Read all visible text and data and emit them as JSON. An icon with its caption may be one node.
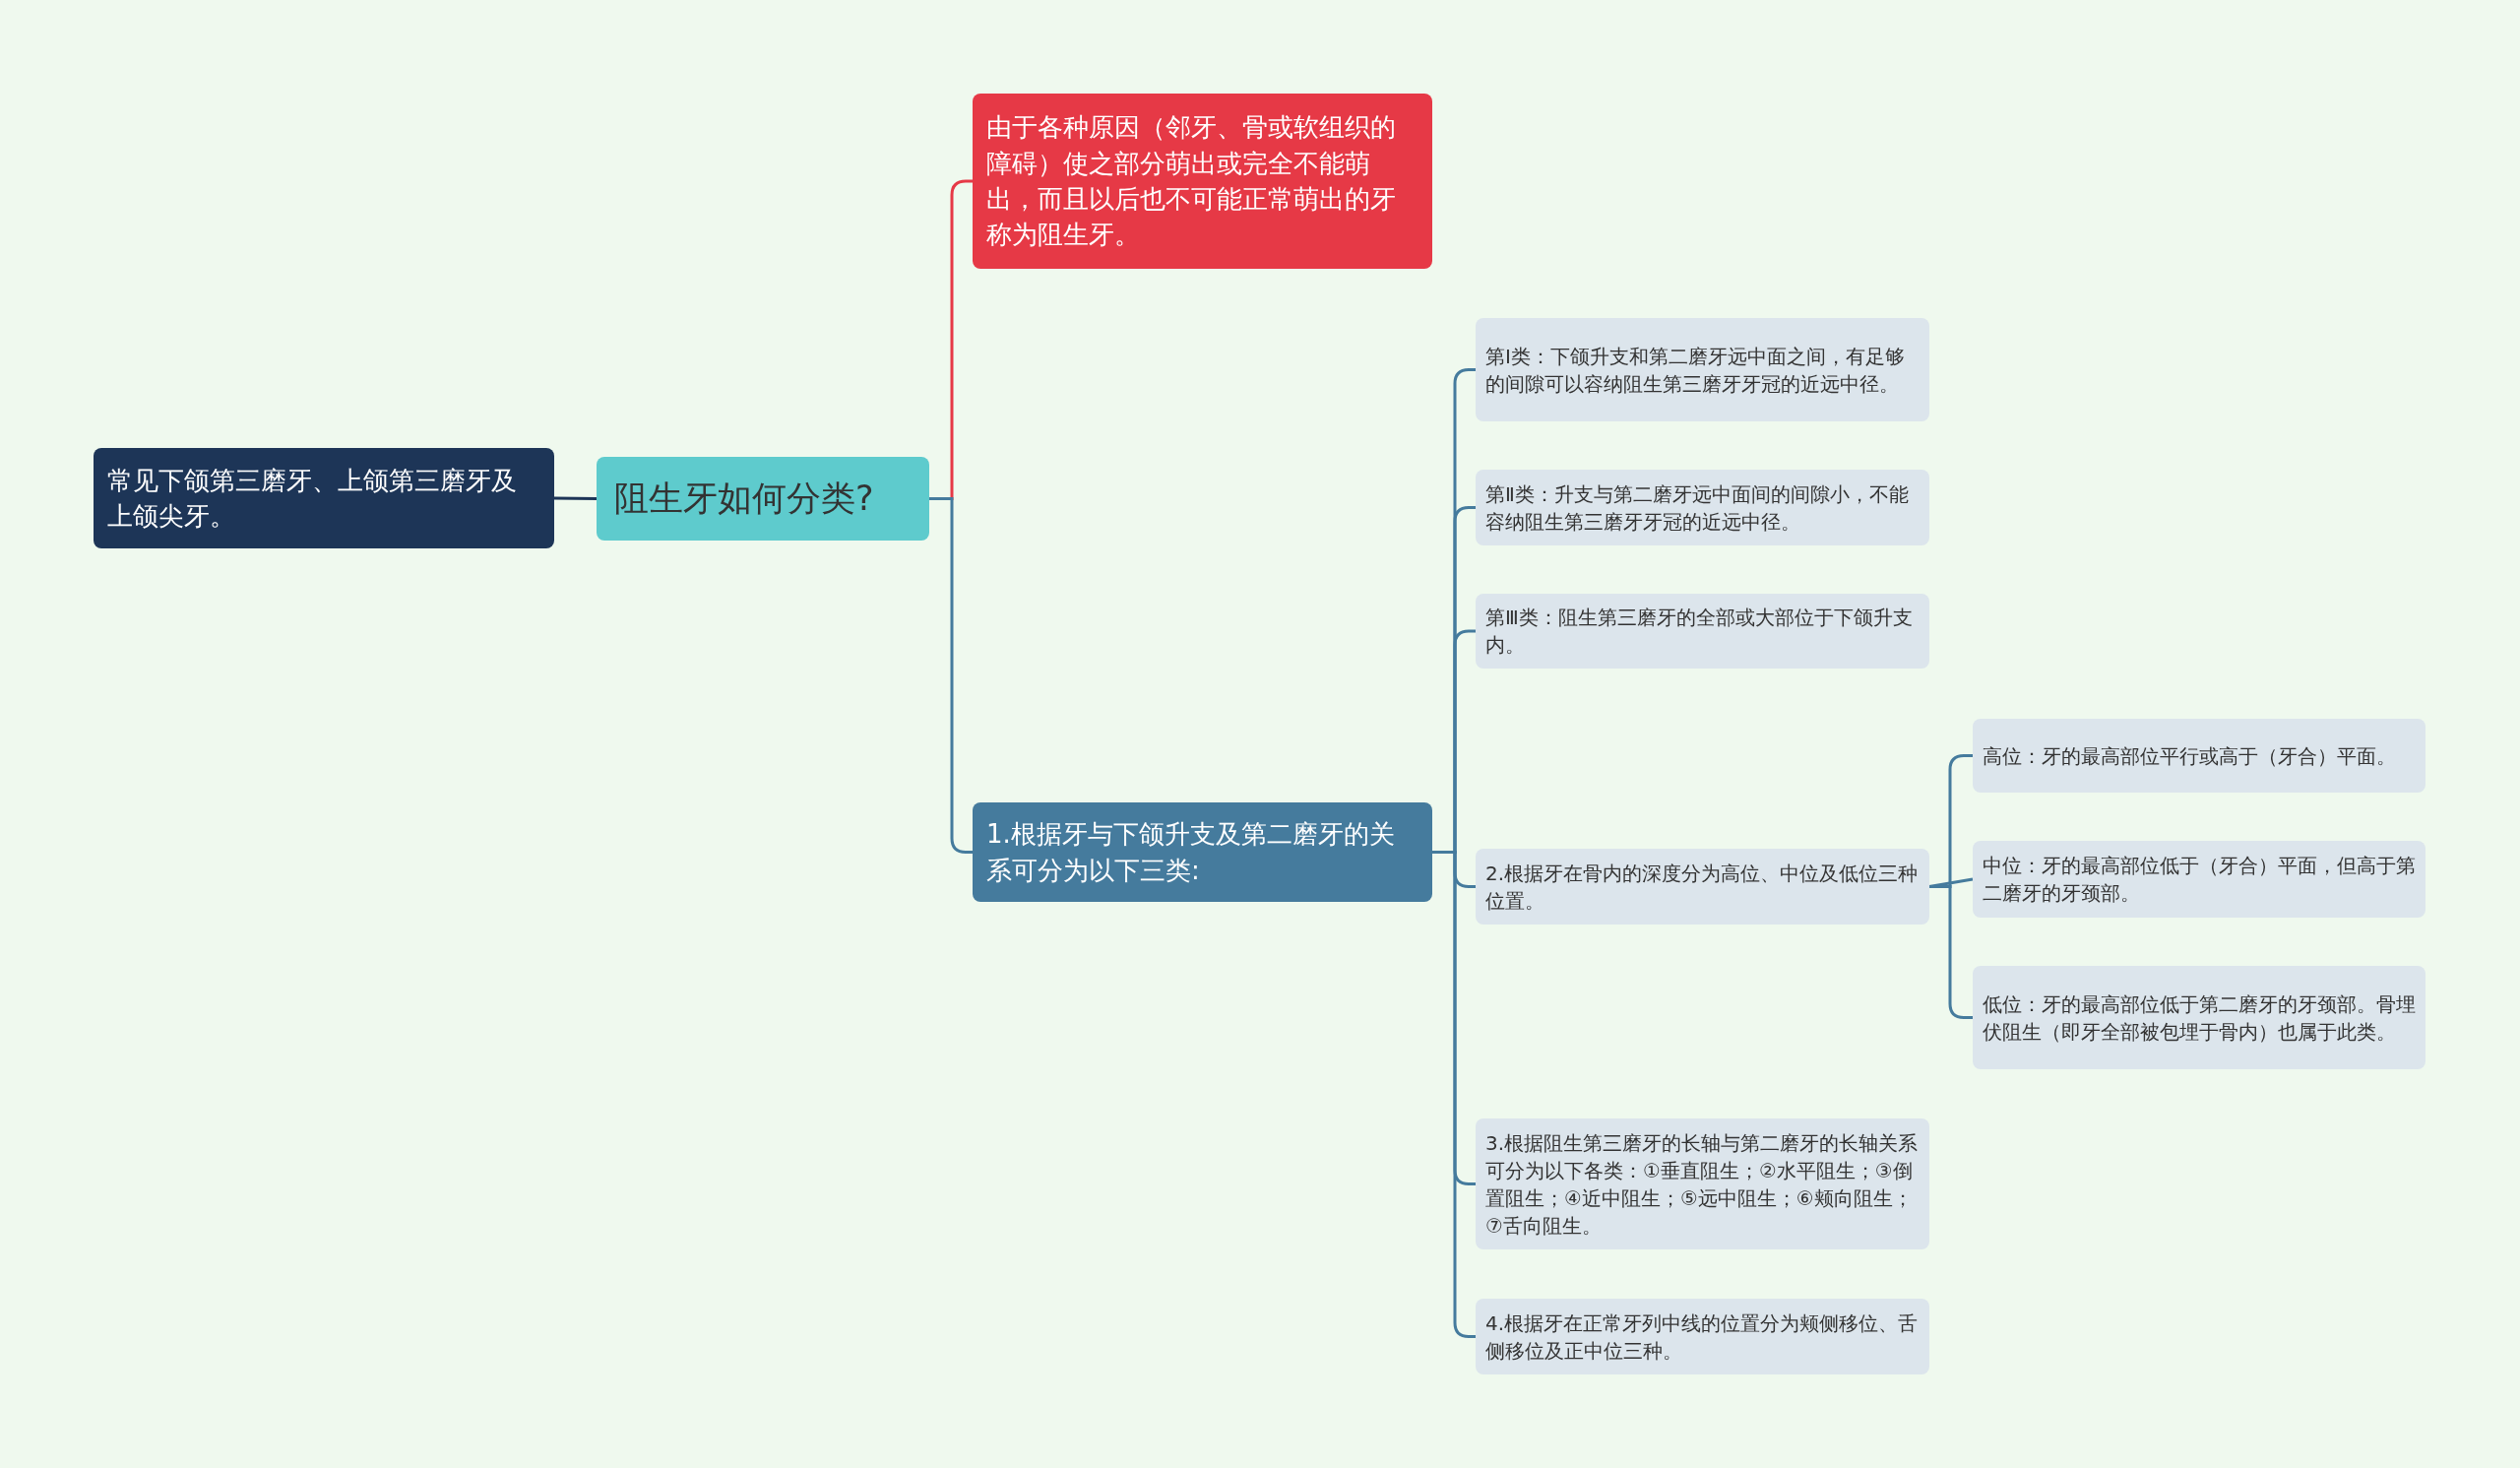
{
  "diagram": {
    "nodes": [
      {
        "text": [
          "常见下颌第三磨牙、上颌第三磨牙及上颌尖牙。"
        ]
      },
      {
        "text": [
          "阻生牙如何分类?"
        ]
      },
      {
        "text": [
          "由于各种原因（邻牙、骨或软组织的障碍）使之部分萌出或完全不能萌出，而且以后也不可能正常萌出的牙称为阻生牙。"
        ]
      },
      {
        "text": [
          "1.根据牙与下颌升支及第二磨牙的关系可分为以下三类:"
        ]
      },
      {
        "text": [
          "第Ⅰ类：下颌升支和第二磨牙远中面之间，有足够的间隙可以容纳阻生第三磨牙牙冠的近远中径。"
        ]
      },
      {
        "text": [
          "第Ⅱ类：升支与第二磨牙远中面间的间隙小，不能容纳阻生第三磨牙牙冠的近远中径。"
        ]
      },
      {
        "text": [
          "第Ⅲ类：阻生第三磨牙的全部或大部位于下颌升支内。"
        ]
      },
      {
        "text": [
          "2.根据牙在骨内的深度分为高位、中位及低位三种位置。"
        ]
      },
      {
        "text": [
          "高位：牙的最高部位平行或高于（牙合）平面。"
        ]
      },
      {
        "text": [
          "中位：牙的最高部位低于（牙合）平面，但高于第二磨牙的牙颈部。"
        ]
      },
      {
        "text": [
          "低位：牙的最高部位低于第二磨牙的牙颈部。骨埋伏阻生（即牙全部被包埋于骨内）也属于此类。"
        ]
      },
      {
        "text": [
          "3.根据阻生第三磨牙的长轴与第二磨牙的长轴关系可分为以下各类：①垂直阻生；②水平阻生；③倒置阻生；④近中阻生；⑤远中阻生；⑥颊向阻生；⑦舌向阻生。"
        ]
      },
      {
        "text": [
          "4.根据牙在正常牙列中线的位置分为颊侧移位、舌侧移位及正中位三种。"
        ]
      }
    ],
    "edges": [
      {
        "from": 1,
        "to": 0,
        "arrow": "none",
        "color": "#1d3557"
      },
      {
        "from": 1,
        "to": 2,
        "arrow": "none",
        "color": "#e63946"
      },
      {
        "from": 1,
        "to": 3,
        "arrow": "none"
      },
      {
        "from": 3,
        "to": 4,
        "arrow": "none"
      },
      {
        "from": 3,
        "to": 5,
        "arrow": "none"
      },
      {
        "from": 3,
        "to": 6,
        "arrow": "none"
      },
      {
        "from": 3,
        "to": 7,
        "arrow": "none"
      },
      {
        "from": 3,
        "to": 11,
        "arrow": "none"
      },
      {
        "from": 3,
        "to": 12,
        "arrow": "none"
      },
      {
        "from": 7,
        "to": 8,
        "arrow": "none"
      },
      {
        "from": 7,
        "to": 9,
        "arrow": "none"
      },
      {
        "from": 7,
        "to": 10,
        "arrow": "none"
      }
    ]
  }
}
